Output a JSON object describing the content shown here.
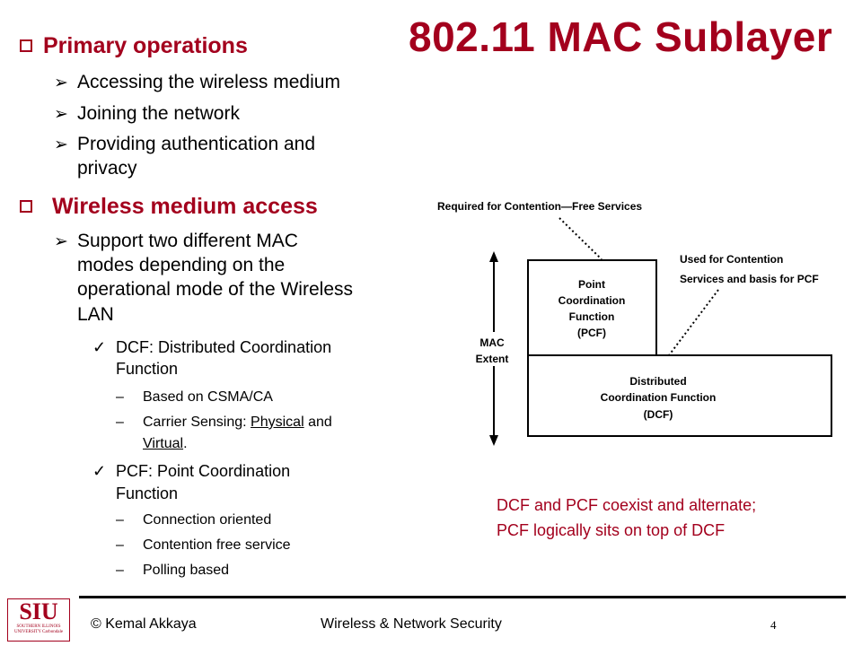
{
  "title": "802.11 MAC Sublayer",
  "section1": {
    "heading": "Primary operations",
    "items": [
      "Accessing the wireless medium",
      "Joining the network",
      "Providing authentication and",
      "privacy"
    ]
  },
  "section2": {
    "heading": "Wireless medium access",
    "point_lines": [
      "Support two different MAC",
      "modes depending on the",
      "operational mode of the Wireless",
      "LAN"
    ],
    "dcf": {
      "lines": [
        "DCF: Distributed Coordination",
        "Function"
      ],
      "sub1": "Based on CSMA/CA",
      "sub2_prefix": "Carrier Sensing: ",
      "sub2_phys": "Physical",
      "sub2_and": " and",
      "sub2_virt": "Virtual",
      "sub2_end": "."
    },
    "pcf": {
      "lines": [
        "PCF: Point Coordination",
        "Function"
      ],
      "subs": [
        "Connection oriented",
        "Contention free service",
        "Polling based"
      ]
    }
  },
  "diagram": {
    "required_label": "Required for Contention—Free Services",
    "used_label_lines": [
      "Used for Contention",
      "Services and basis for PCF"
    ],
    "pcf_box": [
      "Point",
      "Coordination",
      "Function",
      "(PCF)"
    ],
    "dcf_box": [
      "Distributed",
      "Coordination Function",
      "(DCF)"
    ],
    "mac_extent": [
      "MAC",
      "Extent"
    ]
  },
  "caption_lines": [
    "DCF and PCF coexist and alternate;",
    "PCF logically sits on top of DCF"
  ],
  "footer": {
    "author": "© Kemal Akkaya",
    "course": "Wireless & Network Security",
    "page": "4",
    "logo_text": "SIU",
    "logo_subtext": "SOUTHERN ILLINOIS UNIVERSITY Carbondale"
  },
  "colors": {
    "accent": "#a3001d"
  },
  "icons": {
    "section_bullet": "hollow-square-icon",
    "item_bullet": "arrow-right-icon",
    "sub_bullet": "checkmark-icon"
  }
}
